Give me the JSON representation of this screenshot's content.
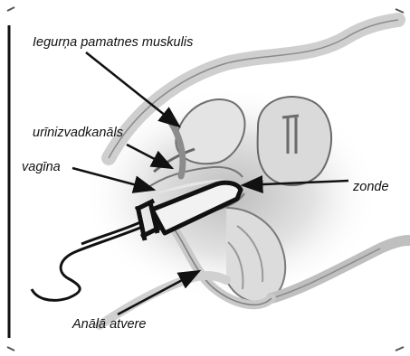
{
  "diagram": {
    "labels": {
      "pelvic_floor_muscle": "Iegurņa pamatnes muskulis",
      "urethra": "urīnizvadkanāls",
      "vagina": "vagīna",
      "probe": "zonde",
      "anal_opening": "Anālā atvere"
    },
    "colors": {
      "background": "#ffffff",
      "outline": "#111111",
      "tissue": "#d6d6d6",
      "tissue_light": "#ececec",
      "probe": "#111111"
    }
  }
}
